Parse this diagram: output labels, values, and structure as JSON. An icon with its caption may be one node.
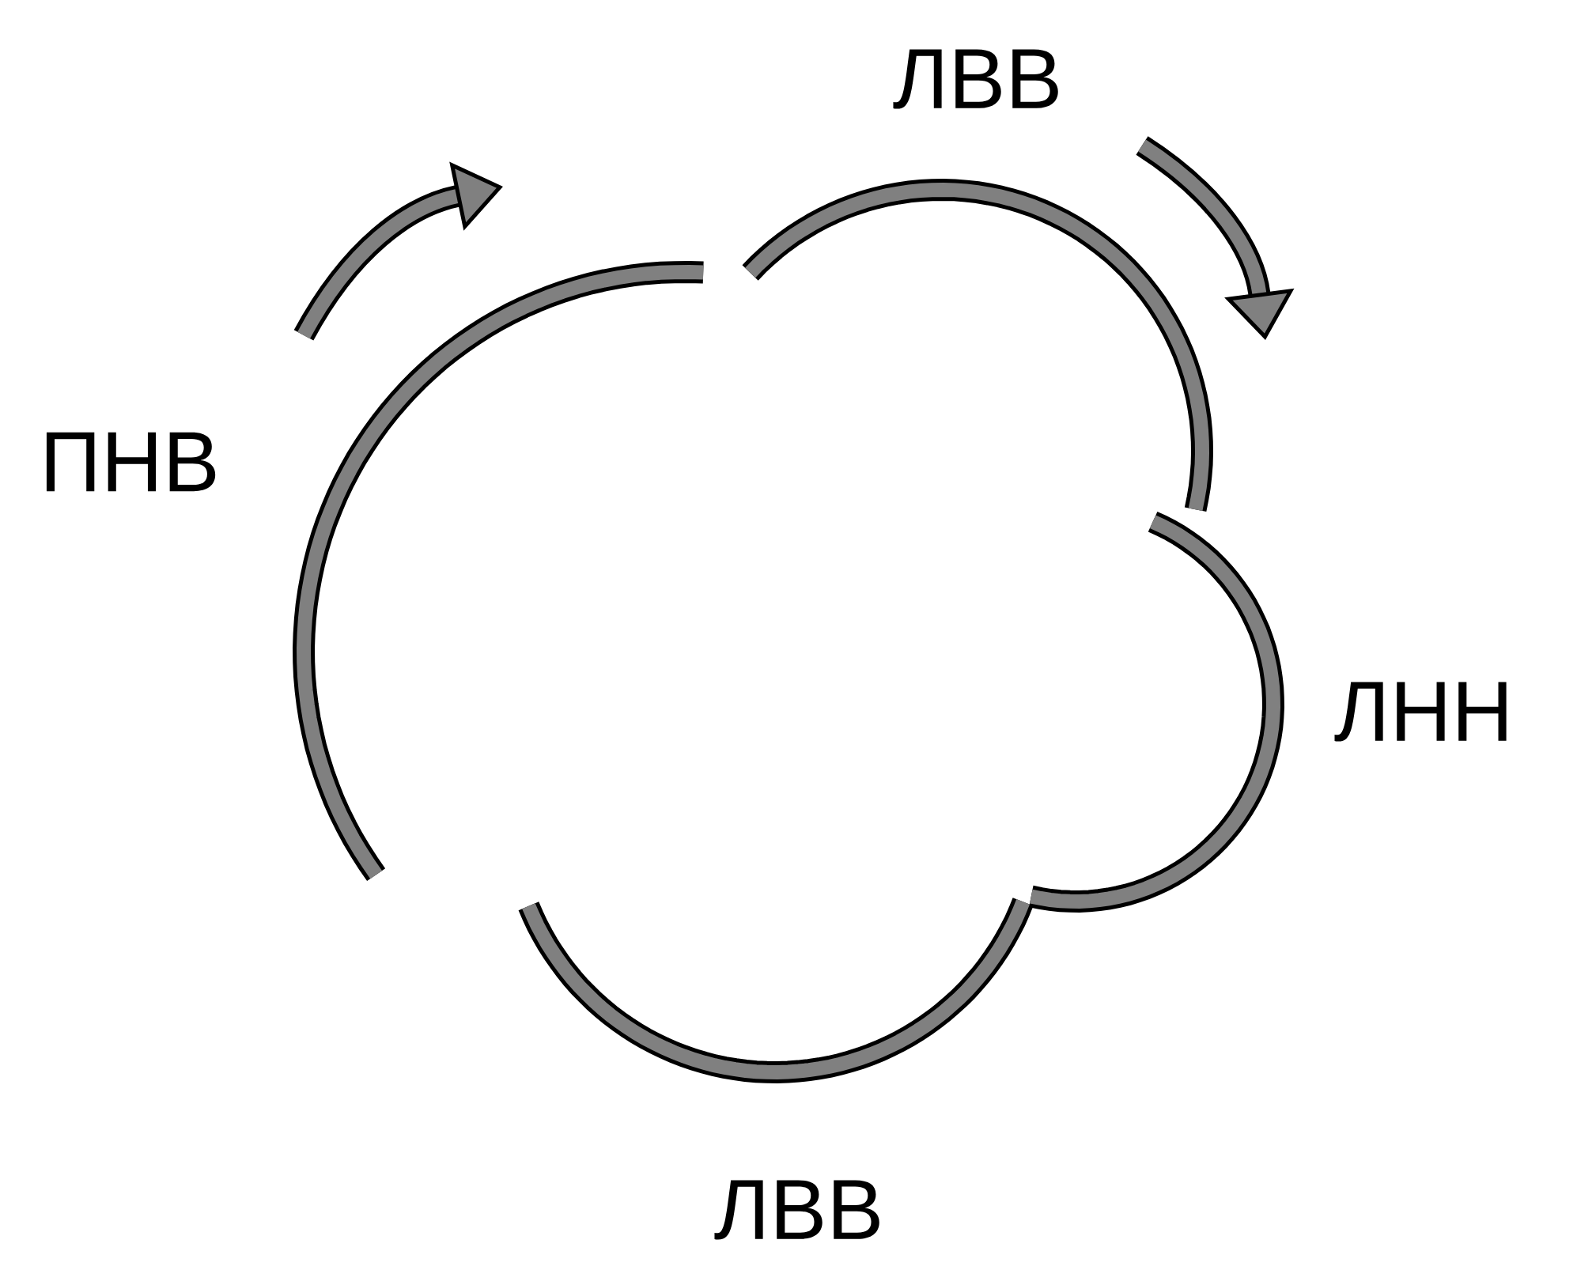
{
  "diagram": {
    "labels": [
      "ЛВВ",
      "ПНВ",
      "ЛНН",
      "ЛВВ"
    ]
  }
}
